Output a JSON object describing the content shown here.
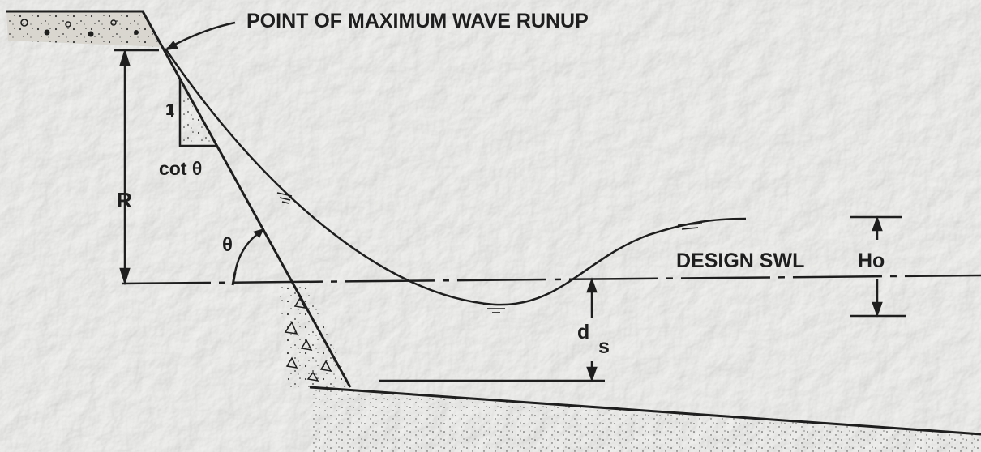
{
  "labels": {
    "runup_point": "POINT OF MAXIMUM WAVE RUNUP",
    "slope_ratio_one": "1",
    "slope_ratio_cot": "cot θ",
    "runup_height": "R",
    "slope_angle": "θ",
    "water_level": "DESIGN SWL",
    "wave_height": "Ho",
    "depth_d": "d",
    "depth_s": "s"
  },
  "colors": {
    "background": "#eeeeec",
    "line": "#1e1e1e",
    "soil_fill": "#d8d6cf"
  }
}
